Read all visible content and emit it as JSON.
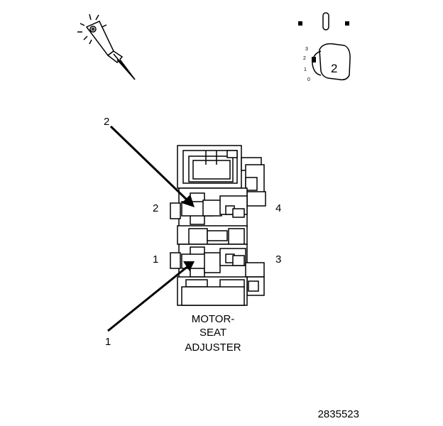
{
  "callouts": {
    "pointer_1": "1",
    "pointer_2": "2",
    "terminal_1": "1",
    "terminal_2": "2",
    "terminal_3": "3",
    "terminal_4": "4"
  },
  "caption": {
    "line1": "MOTOR-",
    "line2": "SEAT",
    "line3": "ADJUSTER"
  },
  "ignition": {
    "key_position": "2",
    "scale": [
      "3",
      "2",
      "1",
      "0"
    ]
  },
  "figure_number": "2835523",
  "icons": [
    "test-probe-icon",
    "ignition-key-icon",
    "switch-symbol-icon"
  ]
}
